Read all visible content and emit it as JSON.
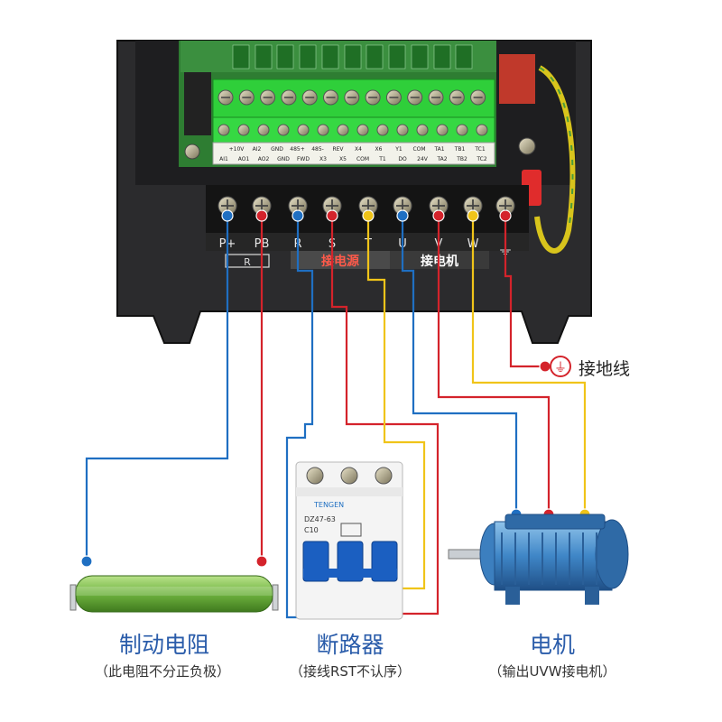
{
  "control_terminals": {
    "top_labels": [
      "+10V",
      "AI2",
      "GND",
      "485+",
      "485-",
      "REV",
      "X4",
      "X6",
      "Y1",
      "COM",
      "TA1",
      "TB1",
      "TC1"
    ],
    "bottom_labels": [
      "AI1",
      "AO1",
      "AO2",
      "GND",
      "FWD",
      "X3",
      "X5",
      "COM",
      "T1",
      "DO",
      "24V",
      "TA2",
      "TB2",
      "TC2"
    ]
  },
  "power_terminals": {
    "labels": [
      "P+",
      "PB",
      "R",
      "S",
      "T",
      "U",
      "V",
      "W"
    ],
    "resistor_symbol": "R",
    "ground_symbol": "⏚"
  },
  "groups": {
    "power_input": "接电源",
    "motor_output": "接电机"
  },
  "ground_label": "接地线",
  "breaker_brand": "TENGEN",
  "breaker_model": "DZ47-63",
  "breaker_rating": "C10",
  "components": [
    {
      "title": "制动电阻",
      "subtitle": "（此电阻不分正负极）"
    },
    {
      "title": "断路器",
      "subtitle": "（接线RST不认序）"
    },
    {
      "title": "电机",
      "subtitle": "（输出UVW接电机）"
    }
  ],
  "wire_colors": {
    "blue": "#1f6fc2",
    "red": "#d4232b",
    "yellow": "#f0c419"
  }
}
